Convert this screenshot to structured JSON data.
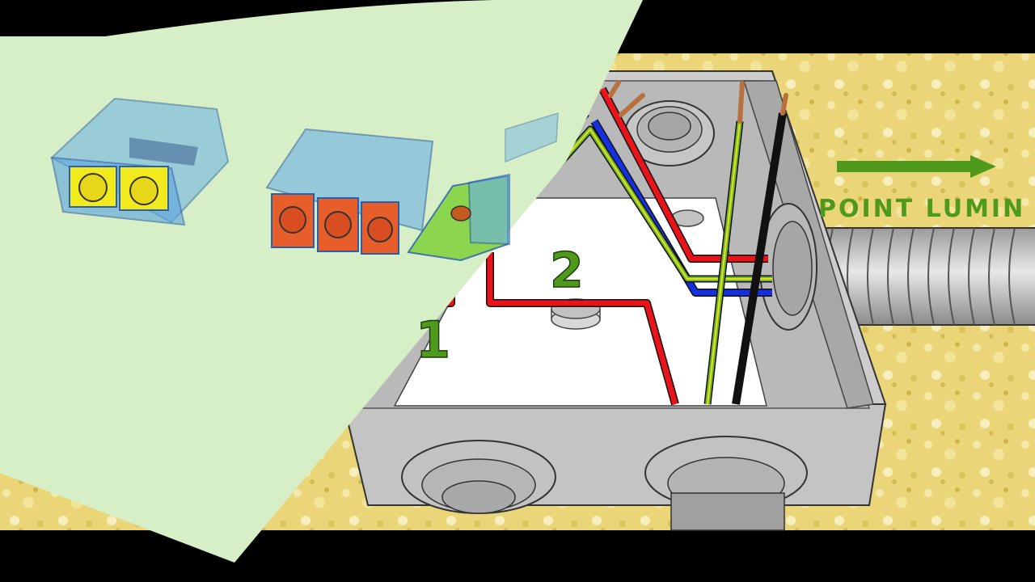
{
  "labels": {
    "terminal_1": "1",
    "terminal_2": "2",
    "destination": "POINT LUMIN"
  },
  "colors": {
    "phase": "#e8141a",
    "neutral": "#1530e0",
    "earth_green": "#6fb62a",
    "earth_yellow": "#e6e020",
    "return_wire": "#111111",
    "label_green": "#4f9a1c",
    "connector_blue": "#4a90d0",
    "lever_yellow": "#f2ea1c",
    "lever_orange": "#e85e2a",
    "panel_bg": "#d6efc6",
    "backdrop": "#ead678",
    "box_gray": "#c9c9c9"
  },
  "icons": {
    "direction": "right-arrow-icon"
  }
}
